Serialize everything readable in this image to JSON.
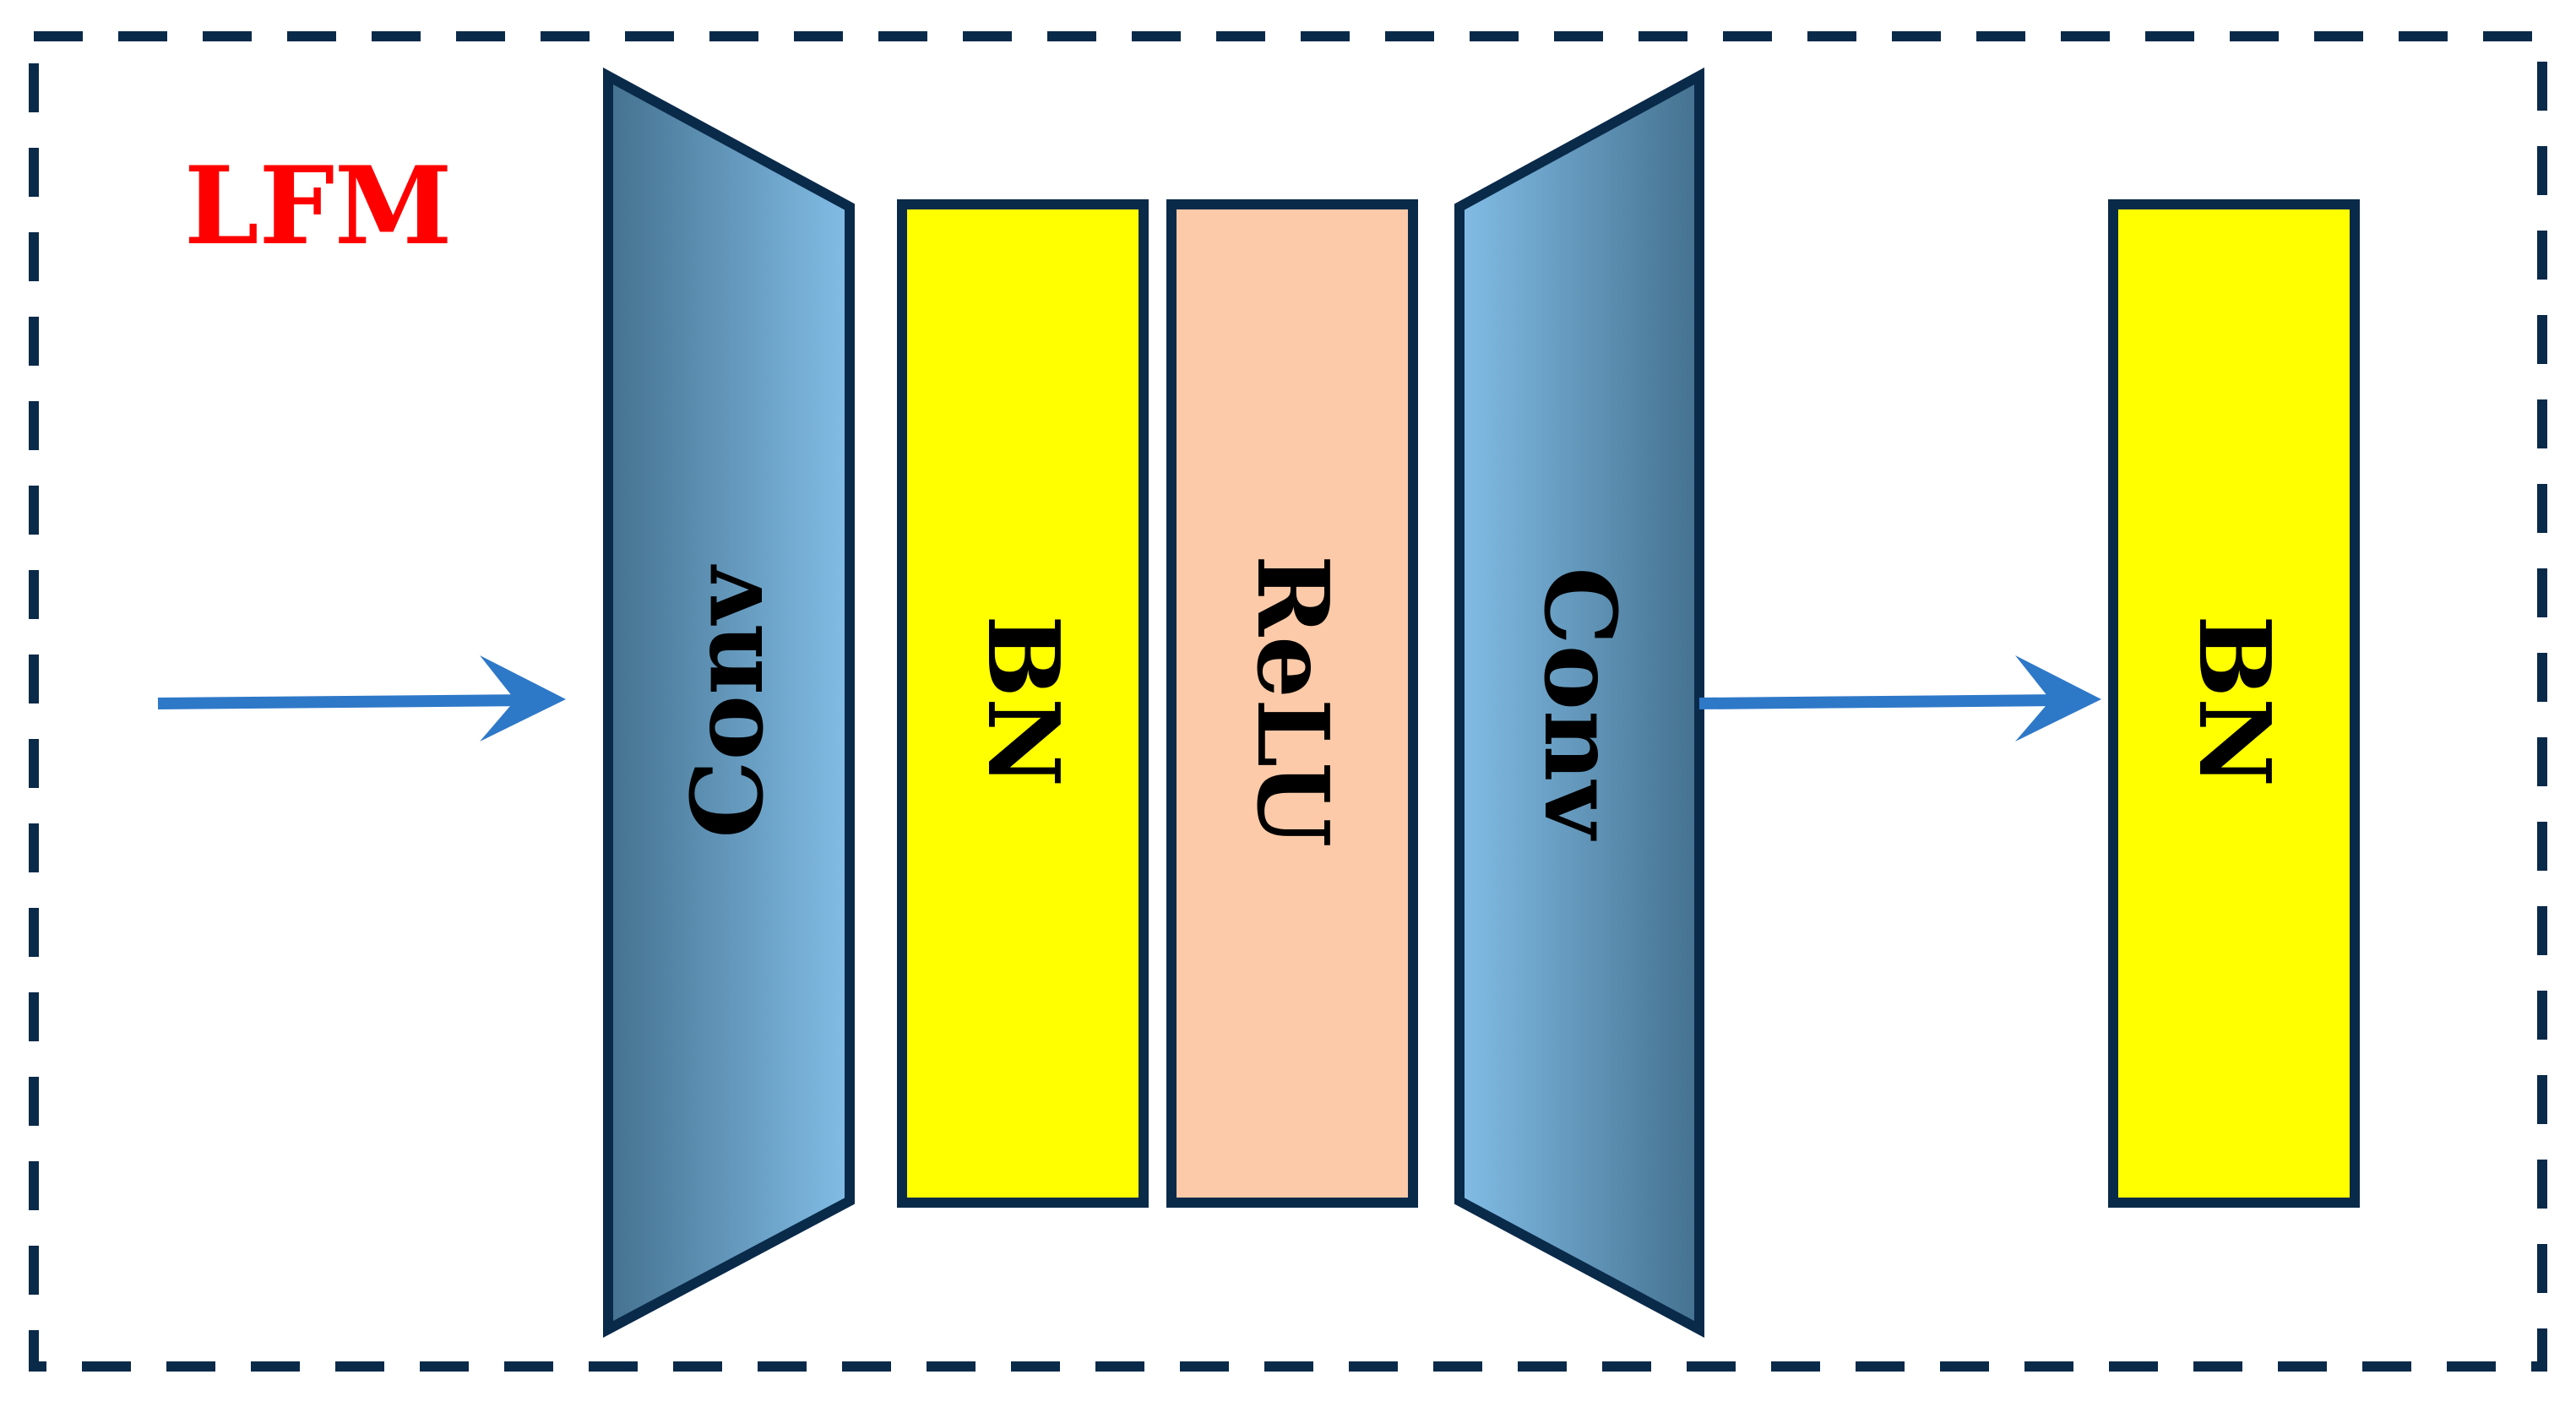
{
  "diagram": {
    "title": "LFM",
    "blocks": [
      {
        "id": "conv1",
        "label": "Conv",
        "shape": "trapezoid-narrowing"
      },
      {
        "id": "bn1",
        "label": "BN",
        "shape": "rect"
      },
      {
        "id": "relu",
        "label": "ReLU",
        "shape": "rect"
      },
      {
        "id": "conv2",
        "label": "Conv",
        "shape": "trapezoid-widening"
      },
      {
        "id": "bn2",
        "label": "BN",
        "shape": "rect"
      }
    ],
    "arrows": [
      {
        "from": "input",
        "to": "conv1"
      },
      {
        "from": "conv2",
        "to": "bn2"
      }
    ]
  },
  "colors": {
    "title": "#ff0000",
    "border": "#0a2a4a",
    "bn_fill": "#ffff00",
    "relu_fill": "#fccaa8",
    "conv_light": "#82bde6",
    "conv_dark": "#44718f",
    "arrow": "#2e78c8"
  }
}
